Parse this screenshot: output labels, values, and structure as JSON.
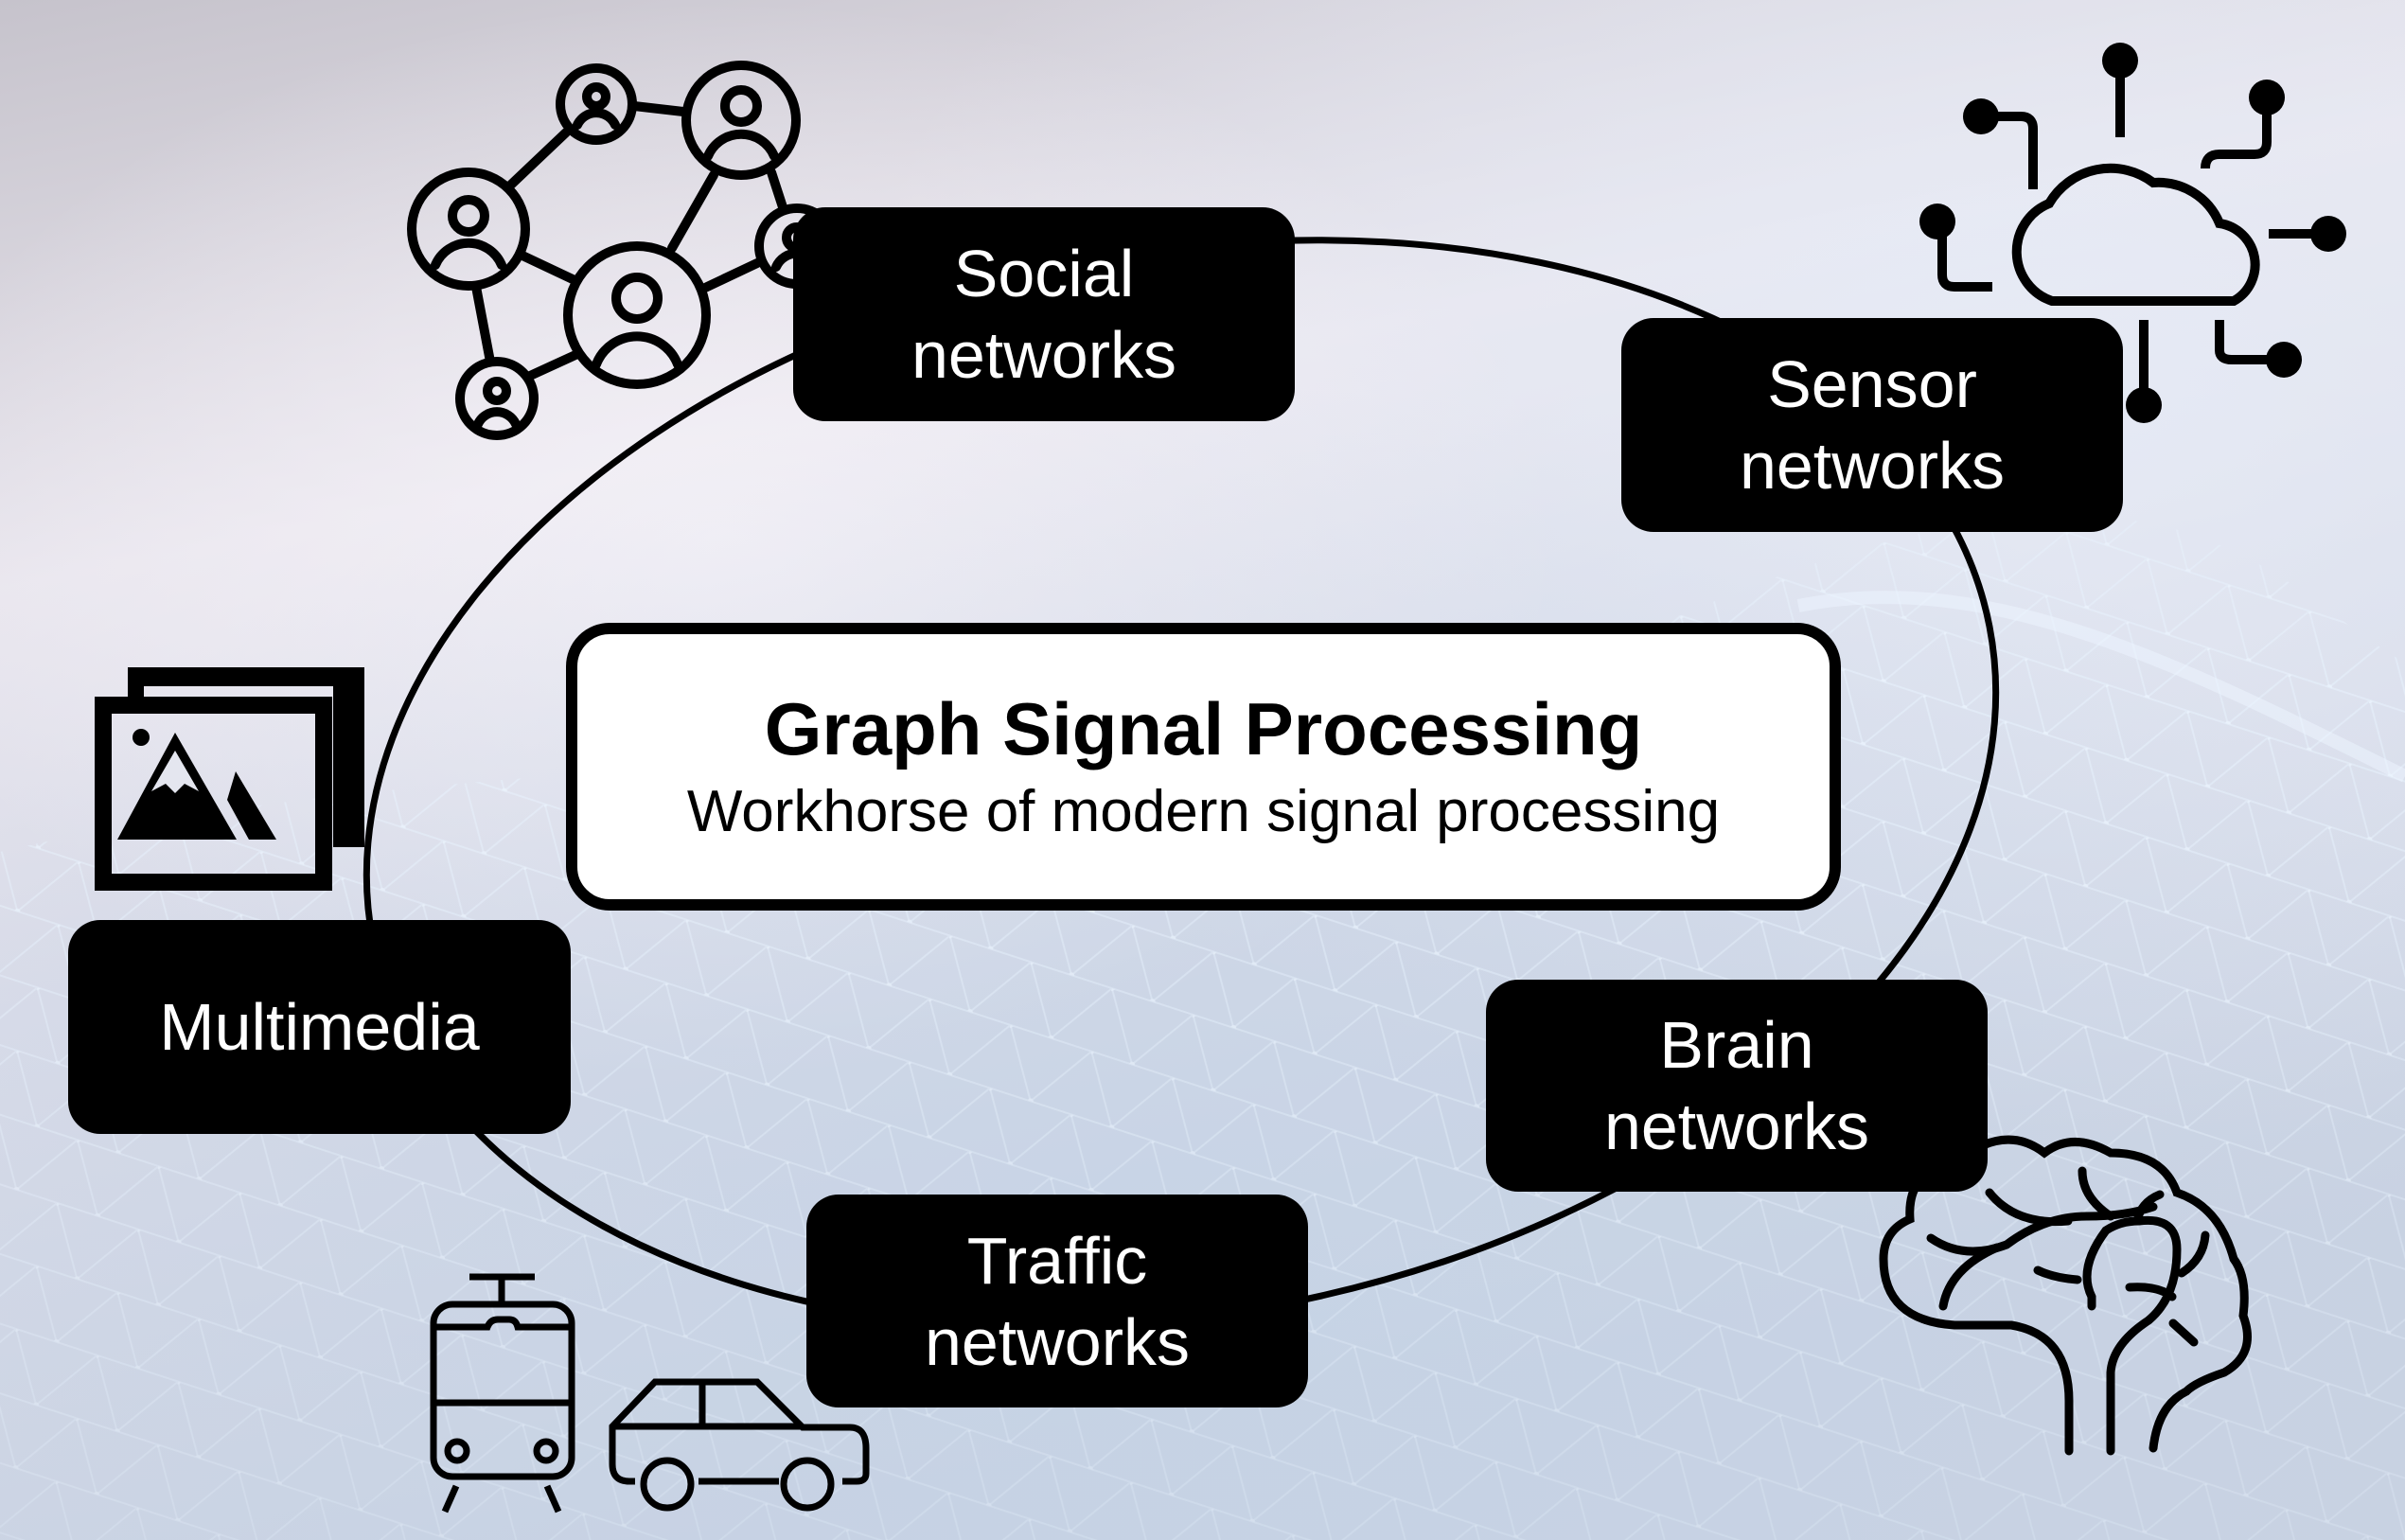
{
  "diagram": {
    "center": {
      "title": "Graph Signal Processing",
      "subtitle": "Workhorse of modern signal processing"
    },
    "applications": [
      {
        "id": "social",
        "line1": "Social",
        "line2": "networks",
        "icon": "social-network-icon"
      },
      {
        "id": "sensor",
        "line1": "Sensor",
        "line2": "networks",
        "icon": "cloud-sensor-icon"
      },
      {
        "id": "brain",
        "line1": "Brain",
        "line2": "networks",
        "icon": "brain-icon"
      },
      {
        "id": "traffic",
        "line1": "Traffic",
        "line2": "networks",
        "icon": "tram-and-car-icon"
      },
      {
        "id": "multimedia",
        "line1": "Multimedia",
        "line2": "",
        "icon": "image-gallery-icon"
      }
    ],
    "colors": {
      "node_fill": "#000000",
      "node_text": "#ffffff",
      "center_fill": "#ffffff",
      "stroke": "#000000"
    }
  }
}
